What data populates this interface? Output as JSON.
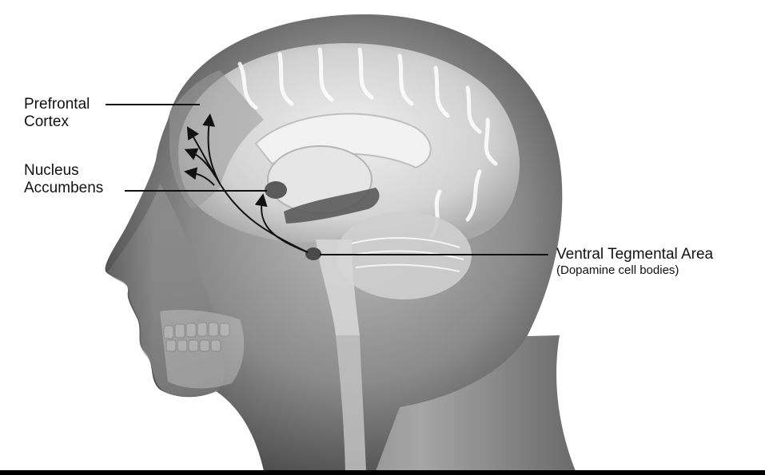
{
  "labels": {
    "prefrontal_cortex": {
      "line1": "Prefrontal",
      "line2": "Cortex"
    },
    "nucleus_accumbens": {
      "line1": "Nucleus",
      "line2": "Accumbens"
    },
    "ventral_tegmental_area": {
      "line1": "Ventral Tegmental Area",
      "line2": "(Dopamine cell bodies)"
    }
  },
  "colors": {
    "background": "#ffffff",
    "head_light": "#d9d9d9",
    "head_dark": "#3a3a3a",
    "brain": "#e8e8e8",
    "structures": "#5a5a5a",
    "arrows": "#111111",
    "label_text": "#111111",
    "bottom_rule": "#000000"
  },
  "icons": [
    "head-silhouette",
    "brain-illustration",
    "skull-jaw",
    "spinal-cord",
    "pathway-arrows"
  ]
}
